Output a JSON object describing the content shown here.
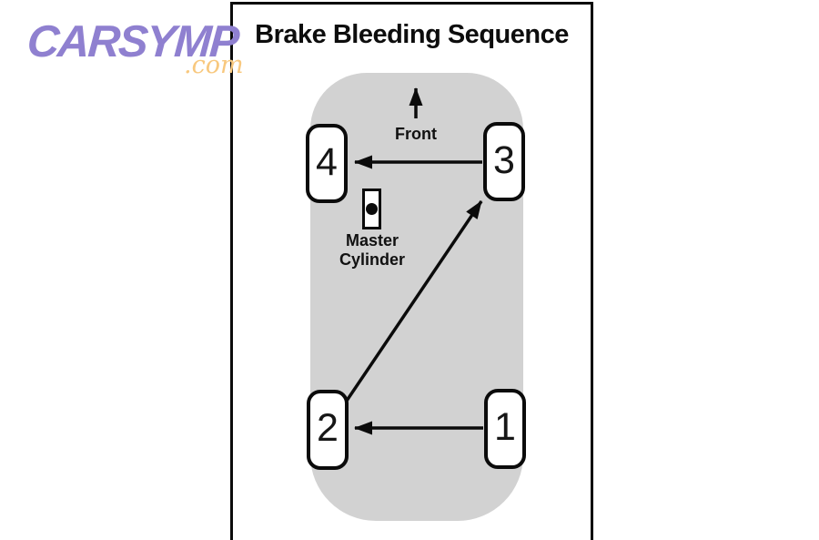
{
  "logo": {
    "brand": "CARSYMP",
    "tld": ".com",
    "brand_color": "#8F80D0",
    "tld_color": "#F8C87E"
  },
  "diagram": {
    "title": "Brake Bleeding Sequence",
    "front_label": "Front",
    "master_cylinder": {
      "line1": "Master",
      "line2": "Cylinder"
    },
    "wheels": [
      {
        "position": "front-left",
        "label": "4"
      },
      {
        "position": "front-right",
        "label": "3"
      },
      {
        "position": "rear-left",
        "label": "2"
      },
      {
        "position": "rear-right",
        "label": "1"
      }
    ],
    "bleed_sequence": [
      "1",
      "2",
      "3",
      "4"
    ],
    "arrows": [
      {
        "from": "1",
        "to": "2",
        "direction": "right-to-left"
      },
      {
        "from": "2",
        "to": "3",
        "direction": "diagonal-up-right"
      },
      {
        "from": "3",
        "to": "4",
        "direction": "right-to-left"
      }
    ],
    "colors": {
      "car_body": "#D2D2D2",
      "line": "#0B0B0B",
      "wheel_fill": "#FFFFFF",
      "panel_border": "#0B0B0B"
    }
  }
}
